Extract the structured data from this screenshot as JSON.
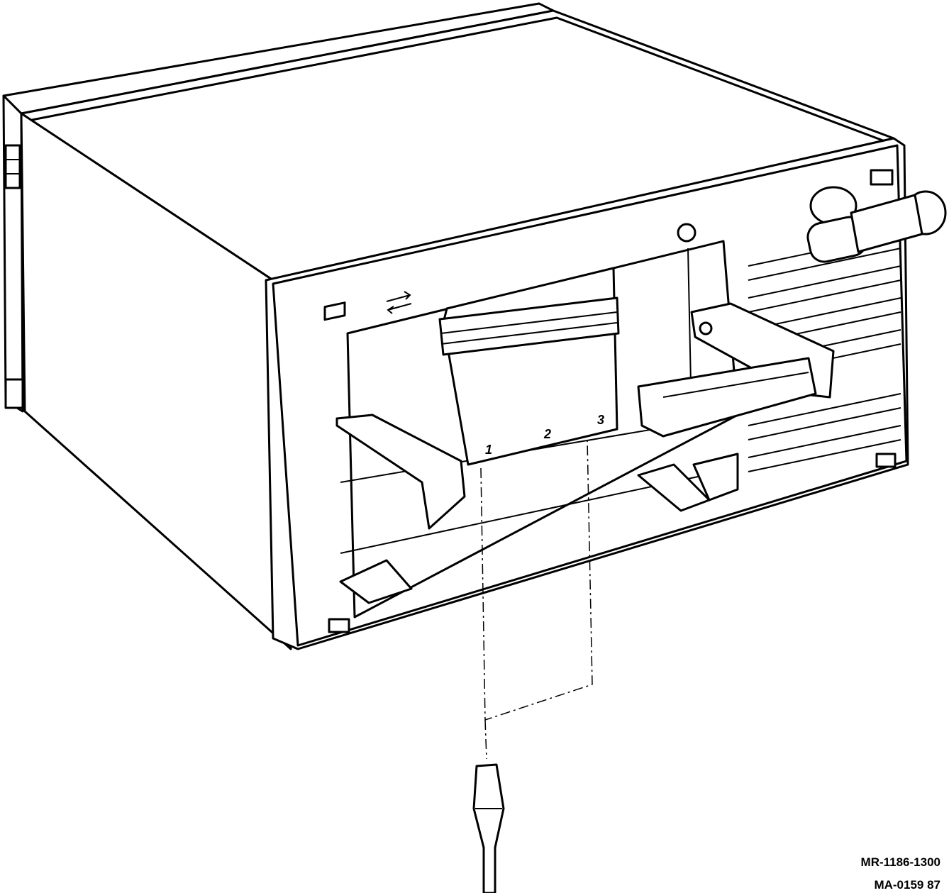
{
  "figure": {
    "title": "Device cabinet rear view with cartridge and screwdriver",
    "slot_labels": [
      "1",
      "2",
      "3"
    ],
    "figure_codes": [
      "MR-1186-1300",
      "MA-0159 87"
    ]
  }
}
